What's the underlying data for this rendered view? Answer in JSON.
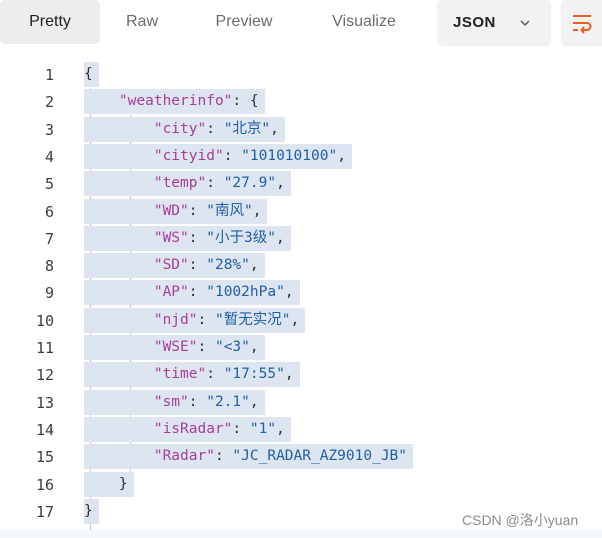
{
  "toolbar": {
    "tabs": [
      {
        "label": "Pretty",
        "active": true
      },
      {
        "label": "Raw",
        "active": false
      },
      {
        "label": "Preview",
        "active": false
      },
      {
        "label": "Visualize",
        "active": false
      }
    ],
    "format": {
      "value": "JSON",
      "icon": "chevron-down-icon"
    },
    "wrap_icon": "wrap-lines-icon",
    "accent_color": "#ef5b25"
  },
  "editor": {
    "line_numbers": [
      "1",
      "2",
      "3",
      "4",
      "5",
      "6",
      "7",
      "8",
      "9",
      "10",
      "11",
      "12",
      "13",
      "14",
      "15",
      "16",
      "17"
    ],
    "lines": [
      {
        "indent": "",
        "key": "",
        "value": "",
        "open": "{",
        "close": "",
        "comma": ""
      },
      {
        "indent": "    ",
        "key": "\"weatherinfo\"",
        "value": "",
        "open": "{",
        "close": "",
        "comma": ""
      },
      {
        "indent": "        ",
        "key": "\"city\"",
        "value": "\"北京\"",
        "open": "",
        "close": "",
        "comma": ","
      },
      {
        "indent": "        ",
        "key": "\"cityid\"",
        "value": "\"101010100\"",
        "open": "",
        "close": "",
        "comma": ","
      },
      {
        "indent": "        ",
        "key": "\"temp\"",
        "value": "\"27.9\"",
        "open": "",
        "close": "",
        "comma": ","
      },
      {
        "indent": "        ",
        "key": "\"WD\"",
        "value": "\"南风\"",
        "open": "",
        "close": "",
        "comma": ","
      },
      {
        "indent": "        ",
        "key": "\"WS\"",
        "value": "\"小于3级\"",
        "open": "",
        "close": "",
        "comma": ","
      },
      {
        "indent": "        ",
        "key": "\"SD\"",
        "value": "\"28%\"",
        "open": "",
        "close": "",
        "comma": ","
      },
      {
        "indent": "        ",
        "key": "\"AP\"",
        "value": "\"1002hPa\"",
        "open": "",
        "close": "",
        "comma": ","
      },
      {
        "indent": "        ",
        "key": "\"njd\"",
        "value": "\"暂无实况\"",
        "open": "",
        "close": "",
        "comma": ","
      },
      {
        "indent": "        ",
        "key": "\"WSE\"",
        "value": "\"<3\"",
        "open": "",
        "close": "",
        "comma": ","
      },
      {
        "indent": "        ",
        "key": "\"time\"",
        "value": "\"17:55\"",
        "open": "",
        "close": "",
        "comma": ","
      },
      {
        "indent": "        ",
        "key": "\"sm\"",
        "value": "\"2.1\"",
        "open": "",
        "close": "",
        "comma": ","
      },
      {
        "indent": "        ",
        "key": "\"isRadar\"",
        "value": "\"1\"",
        "open": "",
        "close": "",
        "comma": ","
      },
      {
        "indent": "        ",
        "key": "\"Radar\"",
        "value": "\"JC_RADAR_AZ9010_JB\"",
        "open": "",
        "close": "",
        "comma": ""
      },
      {
        "indent": "    ",
        "key": "",
        "value": "",
        "open": "",
        "close": "}",
        "comma": ""
      },
      {
        "indent": "",
        "key": "",
        "value": "",
        "open": "",
        "close": "}",
        "comma": ""
      }
    ],
    "colors": {
      "key": "#a63e9a",
      "string": "#1f5ea8",
      "selection": "#dde6f0"
    }
  },
  "watermark": "CSDN @洛小yuan"
}
